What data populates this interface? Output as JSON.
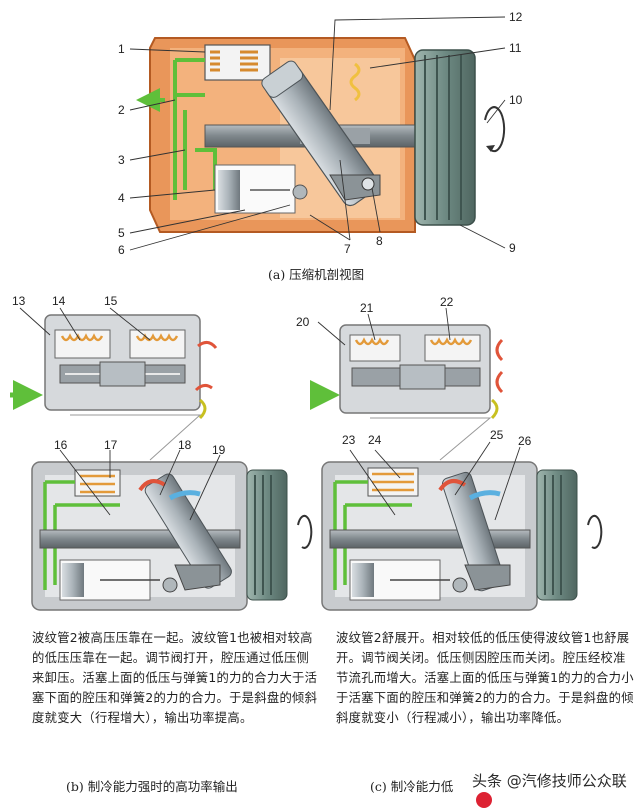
{
  "labels": {
    "top": [
      "1",
      "2",
      "3",
      "4",
      "5",
      "6",
      "7",
      "8",
      "9",
      "10",
      "11",
      "12"
    ],
    "b": [
      "13",
      "14",
      "15",
      "16",
      "17",
      "18",
      "19"
    ],
    "c": [
      "20",
      "21",
      "22",
      "23",
      "24",
      "25",
      "26"
    ]
  },
  "captions": {
    "a": "(a) 压缩机剖视图",
    "b": "(b) 制冷能力强时的高功率输出",
    "c": "(c) 制冷能力低"
  },
  "descriptions": {
    "b": "波纹管2被高压压靠在一起。波纹管1也被相对较高的低压压靠在一起。调节阀打开，腔压通过低压侧来卸压。活塞上面的低压与弹簧1的力的合力大于活塞下面的腔压和弹簧2的力的合力。于是斜盘的倾斜度就变大（行程增大），输出功率提高。",
    "c": "波纹管2舒展开。相对较低的低压使得波纹管1也舒展开。调节阀关闭。低压侧因腔压而关闭。腔压经校准节流孔而增大。活塞上面的低压与弹簧1的力的合力小于活塞下面的腔压和弹簧2的力的合力。于是斜盘的倾斜度就变小（行程减小），输出功率降低。"
  },
  "watermark": "头条 @汽修技师公众联",
  "colors": {
    "housing": "#e9965a",
    "housing_dark": "#c46a2e",
    "gray_body": "#c8cbce",
    "green_line": "#5fbf3a",
    "red_arrow": "#e0543a",
    "blue_arrow": "#5ab0e0",
    "shaft": "#8e9498",
    "pulley": "#7f9a93"
  }
}
